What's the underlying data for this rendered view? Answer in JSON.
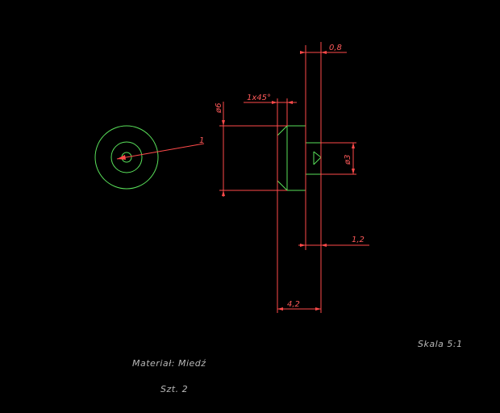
{
  "drawing": {
    "colors": {
      "background": "#000000",
      "geometry": "#59e05a",
      "dimension": "#ff4a4a",
      "note_text": "#b8b8b8"
    },
    "dimensions": {
      "top_offset": "0,8",
      "chamfer": "1x45°",
      "outer_diameter": "ø6",
      "inner_diameter": "ø3",
      "step_length": "1,2",
      "total_length": "4,2"
    },
    "leader_label": "1",
    "scale": "Skala 5:1",
    "material": "Materiał: Miedź",
    "quantity": "Szt. 2"
  }
}
